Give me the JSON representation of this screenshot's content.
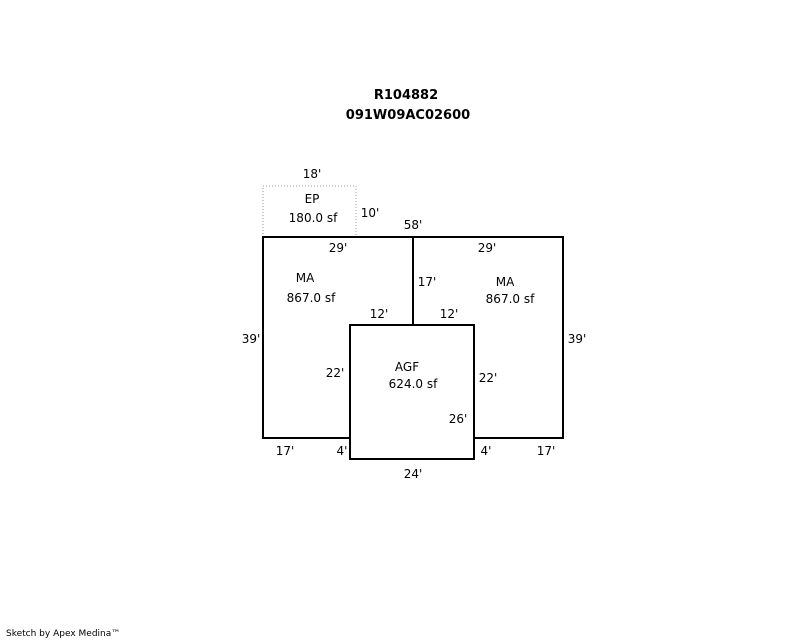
{
  "header": {
    "parcel_id": "R104882",
    "map_number": "091W09AC02600"
  },
  "areas": {
    "ep": {
      "code": "EP",
      "area": "180.0 sf"
    },
    "ma_left": {
      "code": "MA",
      "area": "867.0 sf"
    },
    "ma_right": {
      "code": "MA",
      "area": "867.0 sf"
    },
    "agf": {
      "code": "AGF",
      "area": "624.0 sf"
    }
  },
  "dimensions": {
    "ep_top": "18'",
    "ep_right": "10'",
    "overall_top": "58'",
    "ma_left_top": "29'",
    "ma_right_top": "29'",
    "center_divider": "17'",
    "agf_top_left": "12'",
    "agf_top_right": "12'",
    "left_side": "39'",
    "right_side": "39'",
    "agf_left": "22'",
    "agf_right": "22'",
    "agf_inner": "26'",
    "bottom_left": "17'",
    "bottom_right": "17'",
    "step_left": "4'",
    "step_right": "4'",
    "agf_bottom": "24'"
  },
  "footer": {
    "credit": "Sketch by Apex Medina™"
  }
}
